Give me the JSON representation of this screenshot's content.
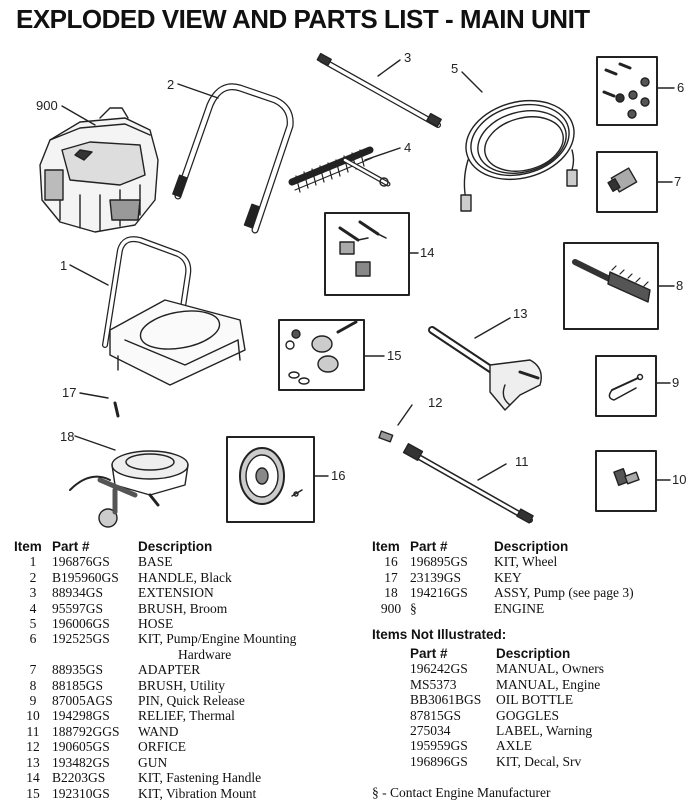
{
  "title": "EXPLODED VIEW AND PARTS LIST - MAIN UNIT",
  "callouts": [
    "900",
    "1",
    "2",
    "3",
    "4",
    "5",
    "6",
    "7",
    "8",
    "9",
    "10",
    "11",
    "12",
    "13",
    "14",
    "15",
    "16",
    "17",
    "18"
  ],
  "left_table": {
    "headers": {
      "item": "Item",
      "part": "Part #",
      "desc": "Description"
    },
    "rows": [
      {
        "item": "1",
        "part": "196876GS",
        "desc": "BASE"
      },
      {
        "item": "2",
        "part": "B195960GS",
        "desc": "HANDLE, Black"
      },
      {
        "item": "3",
        "part": "88934GS",
        "desc": "EXTENSION"
      },
      {
        "item": "4",
        "part": "95597GS",
        "desc": "BRUSH, Broom"
      },
      {
        "item": "5",
        "part": "196006GS",
        "desc": "HOSE"
      },
      {
        "item": "6",
        "part": "192525GS",
        "desc": "KIT, Pump/Engine Mounting"
      },
      {
        "item": "",
        "part": "",
        "desc": "Hardware"
      },
      {
        "item": "7",
        "part": "88935GS",
        "desc": "ADAPTER"
      },
      {
        "item": "8",
        "part": "88185GS",
        "desc": "BRUSH, Utility"
      },
      {
        "item": "9",
        "part": "87005AGS",
        "desc": "PIN, Quick Release"
      },
      {
        "item": "10",
        "part": "194298GS",
        "desc": "RELIEF, Thermal"
      },
      {
        "item": "11",
        "part": "188792GGS",
        "desc": "WAND"
      },
      {
        "item": "12",
        "part": "190605GS",
        "desc": "ORFICE"
      },
      {
        "item": "13",
        "part": "193482GS",
        "desc": "GUN"
      },
      {
        "item": "14",
        "part": "B2203GS",
        "desc": "KIT, Fastening Handle"
      },
      {
        "item": "15",
        "part": "192310GS",
        "desc": "KIT, Vibration Mount"
      }
    ]
  },
  "right_table": {
    "headers": {
      "item": "Item",
      "part": "Part #",
      "desc": "Description"
    },
    "rows": [
      {
        "item": "16",
        "part": "196895GS",
        "desc": "KIT, Wheel"
      },
      {
        "item": "17",
        "part": "23139GS",
        "desc": "KEY"
      },
      {
        "item": "18",
        "part": "194216GS",
        "desc": "ASSY, Pump (see page 3)"
      },
      {
        "item": "900",
        "part": "§",
        "desc": "ENGINE"
      }
    ]
  },
  "not_illustrated": {
    "heading": "Items Not Illustrated:",
    "headers": {
      "part": "Part #",
      "desc": "Description"
    },
    "rows": [
      {
        "part": "196242GS",
        "desc": "MANUAL, Owners"
      },
      {
        "part": "MS5373",
        "desc": "MANUAL, Engine"
      },
      {
        "part": "BB3061BGS",
        "desc": "OIL BOTTLE"
      },
      {
        "part": "87815GS",
        "desc": "GOGGLES"
      },
      {
        "part": "275034",
        "desc": "LABEL, Warning"
      },
      {
        "part": "195959GS",
        "desc": "AXLE"
      },
      {
        "part": "196896GS",
        "desc": "KIT, Decal, Srv"
      }
    ]
  },
  "footnote": "§ - Contact Engine Manufacturer"
}
